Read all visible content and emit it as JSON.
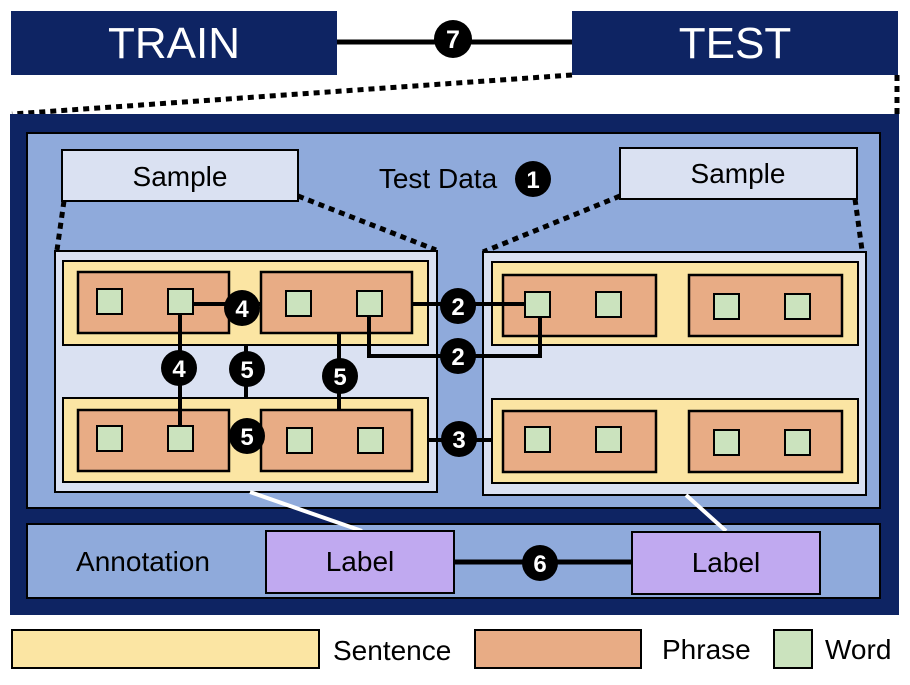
{
  "header": {
    "train_label": "TRAIN",
    "test_label": "TEST",
    "link_number": "7"
  },
  "test_data": {
    "title": "Test Data",
    "title_number": "1",
    "left_sample_label": "Sample",
    "right_sample_label": "Sample"
  },
  "markers": {
    "phrase_to_phrase": "4",
    "vertical_word": "4",
    "sentence_to_sentence_left": "5",
    "sentence_to_sentence_right": "5",
    "word_to_phrase": "5",
    "cross_word_top": "2",
    "cross_word_bottom": "2",
    "cross_sentence": "3",
    "label_link": "6"
  },
  "annotation": {
    "title": "Annotation",
    "left_label": "Label",
    "right_label": "Label"
  },
  "legend": {
    "items": [
      {
        "label": "Sentence",
        "color": "#FBE5A3"
      },
      {
        "label": "Phrase",
        "color": "#E8AC85"
      },
      {
        "label": "Word",
        "color": "#CBE3BE"
      }
    ]
  },
  "colors": {
    "dark_navy": "#0E2463",
    "panel_blue": "#8FAADB",
    "sample_panel": "#DAE1F2",
    "sentence": "#FBE5A3",
    "phrase": "#E8AC85",
    "word": "#CBE3BE",
    "label_box": "#C0A9F0"
  }
}
